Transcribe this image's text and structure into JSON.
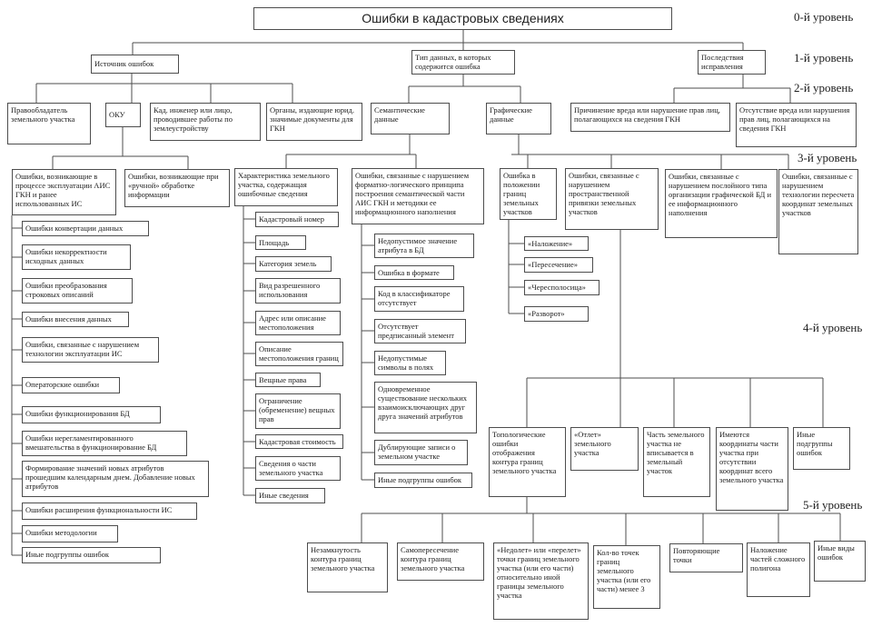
{
  "title": "Ошибки в кадастровых сведениях",
  "level_labels": [
    "0-й уровень",
    "1-й уровень",
    "2-й уровень",
    "3-й уровень",
    "4-й уровень",
    "5-й уровень"
  ],
  "source": {
    "label": "Источник ошибок",
    "rights_holder": "Правообладатель земельного участка",
    "oku": "ОКУ",
    "cad_engineer": "Кад. инженер или лицо, проводившее работы по землеустройству",
    "authorities": "Органы, издающие юрид. значимые документы для ГКН",
    "ais": {
      "label": "Ошибки, возникающие в процессе эксплуатации АИС ГКН и ранее использованных ИС",
      "items": [
        "Ошибки конвертации данных",
        "Ошибки некорректности исходных данных",
        "Ошибки преобразования строковых описаний",
        "Ошибки внесения данных",
        "Ошибки, связанные с нарушением технологии эксплуатации ИС",
        "Операторские ошибки",
        "Ошибки функционирования БД",
        "Ошибки нерегламентированного вмешательства в функционирование БД",
        "Формирование значений новых атрибутов прошедшим календарным днем. Добавление новых атрибутов",
        "Ошибки расширения функциональности ИС",
        "Ошибки методологии",
        "Иные подгруппы ошибок"
      ]
    },
    "manual": "Ошибки, возникающие при «ручной» обработке информации"
  },
  "data_type": {
    "label": "Тип данных, в которых содержится ошибка",
    "semantic": {
      "label": "Семантические данные",
      "characteristic": {
        "label": "Характеристика земельного участка, содержащая ошибочные сведения",
        "items": [
          "Кадастровый номер",
          "Площадь",
          "Категория земель",
          "Вид разрешенного использования",
          "Адрес или описание местоположения",
          "Описание местоположения границ",
          "Вещные права",
          "Ограничение (обременение) вещных прав",
          "Кадастровая стоимость",
          "Сведения о части земельного участка",
          "Иные сведения"
        ]
      },
      "format_logic": {
        "label": "Ошибки, связанные с нарушением форматно-логического принципа построения семантической части АИС ГКН и методики ее информационного наполнения",
        "items": [
          "Недопустимое значение атрибута в БД",
          "Ошибка в формате",
          "Код в классификаторе отсутствует",
          "Отсутствует предписанный элемент",
          "Недопустимые символы в полях",
          "Одновременное существование нескольких взаимоисключающих друг друга значений атрибутов",
          "Дублирующие записи о земельном участке",
          "Иные подгруппы ошибок"
        ]
      }
    },
    "graphic": {
      "label": "Графические данные",
      "boundary_position": {
        "label": "Ошибка в положении границ земельных участков",
        "items": [
          "«Наложение»",
          "«Пересечение»",
          "«Чересполосица»",
          "«Разворот»"
        ]
      },
      "spatial_reference": {
        "label": "Ошибки, связанные с нарушением пространственной привязки земельных участков",
        "items": [
          "Топологические ошибки отображения контура границ земельного участка",
          "«Отлет» земельного участка",
          "Часть земельного участка не вписывается в земельный участок",
          "Имеются координаты части участка при отсутствии координат всего земельного участка",
          "Иные подгруппы ошибок"
        ]
      },
      "topology": {
        "items": [
          "Незамкнутость контура границ земельного участка",
          "Самопересечение контура границ земельного участка",
          "«Недолет» или «перелет» точки границ земельного участка (или его части) относительно иной границы земельного участка",
          "Кол-во точек границ земельного участка (или его части) менее 3",
          "Повторяющие точки",
          "Наложение частей сложного полигона",
          "Иные виды ошибок"
        ]
      },
      "layered": "Ошибки, связанные с нарушением послойного типа организации графической БД и ее информационного наполнения",
      "recalc": "Ошибки, связанные с нарушением технологии пересчета координат земельных участков"
    }
  },
  "consequences": {
    "label": "Последствия исправления",
    "harm": "Причинение вреда или нарушение прав лиц, полагающихся на сведения ГКН",
    "no_harm": "Отсутствие вреда или нарушения прав лиц, полагающихся на сведения ГКН"
  }
}
